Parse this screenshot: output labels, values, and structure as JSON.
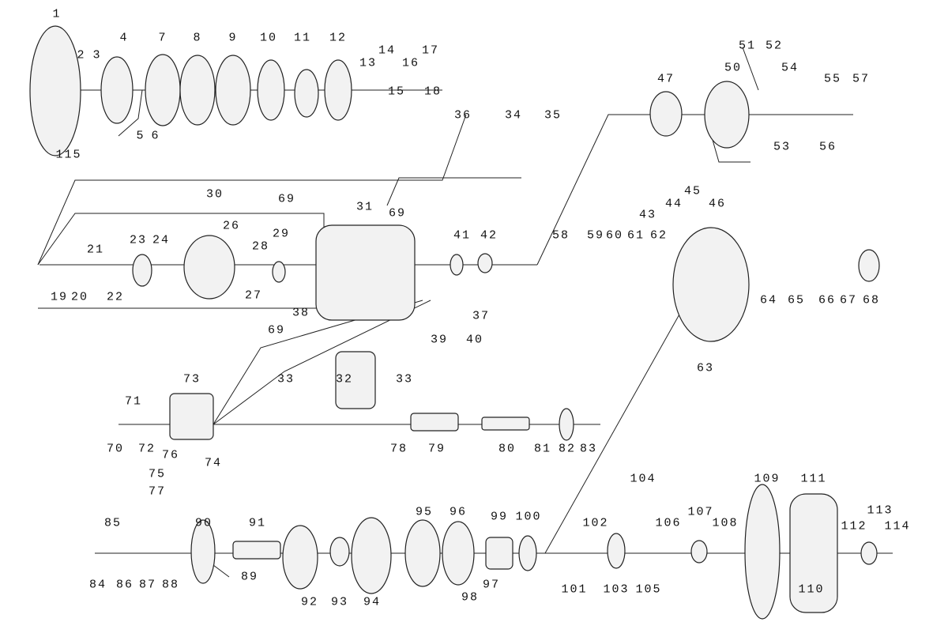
{
  "title": "Exploded parts diagram",
  "labels": [
    "1",
    "2",
    "3",
    "4",
    "5",
    "6",
    "7",
    "8",
    "9",
    "10",
    "11",
    "12",
    "13",
    "14",
    "15",
    "16",
    "17",
    "18",
    "115",
    "36",
    "34",
    "35",
    "47",
    "50",
    "51",
    "52",
    "54",
    "55",
    "57",
    "53",
    "56",
    "43",
    "44",
    "45",
    "46",
    "30",
    "69",
    "31",
    "69",
    "26",
    "29",
    "21",
    "23",
    "24",
    "28",
    "19",
    "20",
    "22",
    "27",
    "38",
    "69",
    "37",
    "39",
    "40",
    "41",
    "42",
    "58",
    "59",
    "60",
    "61",
    "62",
    "63",
    "64",
    "65",
    "66",
    "67",
    "68",
    "33",
    "32",
    "33",
    "73",
    "71",
    "70",
    "72",
    "76",
    "74",
    "75",
    "77",
    "78",
    "79",
    "80",
    "81",
    "82",
    "83",
    "104",
    "109",
    "111",
    "85",
    "90",
    "91",
    "95",
    "96",
    "99",
    "100",
    "102",
    "106",
    "107",
    "108",
    "113",
    "112",
    "114",
    "84",
    "86",
    "87",
    "88",
    "89",
    "92",
    "93",
    "94",
    "97",
    "98",
    "101",
    "103",
    "105",
    "110"
  ],
  "colors": {
    "line": "#222222",
    "part_fill": "#f2f2f2",
    "part_dark": "#555555"
  }
}
